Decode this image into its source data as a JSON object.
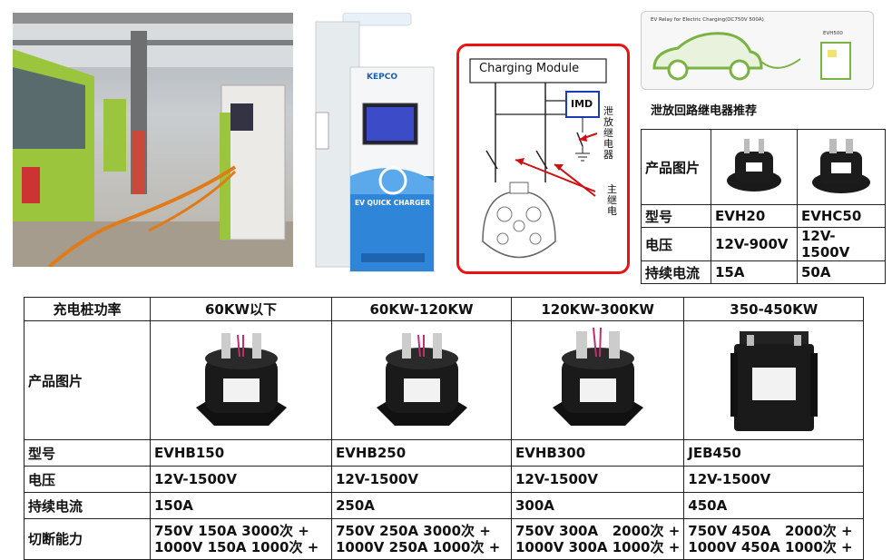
{
  "top_photo_charger": {
    "brand": "KEPCO",
    "panel_text": "EV QUICK CHARGER"
  },
  "diagram": {
    "title": "Charging Module",
    "imd_label": "IMD",
    "discharge_relay_label": "泄放继电器",
    "main_relay_label": "主继电",
    "colors": {
      "border": "#e11111",
      "arrow": "#d01010"
    }
  },
  "ev_panel": {
    "caption": "EV Relay for Electric Charging(DC750V 500A)",
    "unit_label": "EVH500"
  },
  "recommendation": {
    "title": "泄放回路继电器推荐",
    "rows": {
      "image_label": "产品图片",
      "model_label": "型号",
      "voltage_label": "电压",
      "current_label": "持续电流"
    },
    "products": [
      {
        "model": "EVH20",
        "voltage": "12V-900V",
        "current": "15A"
      },
      {
        "model": "EVHC50",
        "voltage": "12V-1500V",
        "current": "50A"
      }
    ]
  },
  "main_table": {
    "header_label": "充电桩功率",
    "image_label": "产品图片",
    "model_label": "型号",
    "voltage_label": "电压",
    "current_label": "持续电流",
    "breaking_label": "切断能力",
    "columns": [
      {
        "power": "60KW以下",
        "model": "EVHB150",
        "voltage": "12V-1500V",
        "current": "150A",
        "break1": "750V 150A 3000次 +",
        "break2": "1000V 150A  1000次 +"
      },
      {
        "power": "60KW-120KW",
        "model": "EVHB250",
        "voltage": "12V-1500V",
        "current": "250A",
        "break1": "750V 250A 3000次 +",
        "break2": "1000V 250A 1000次 +"
      },
      {
        "power": "120KW-300KW",
        "model": "EVHB300",
        "voltage": "12V-1500V",
        "current": "300A",
        "break1": "750V 300A   2000次 +",
        "break2": "1000V 300A 1000次 +"
      },
      {
        "power": "350-450KW",
        "model": "JEB450",
        "voltage": "12V-1500V",
        "current": "450A",
        "break1": "750V 450A   2000次 +",
        "break2": "1000V 450A 1000次 +"
      }
    ]
  }
}
